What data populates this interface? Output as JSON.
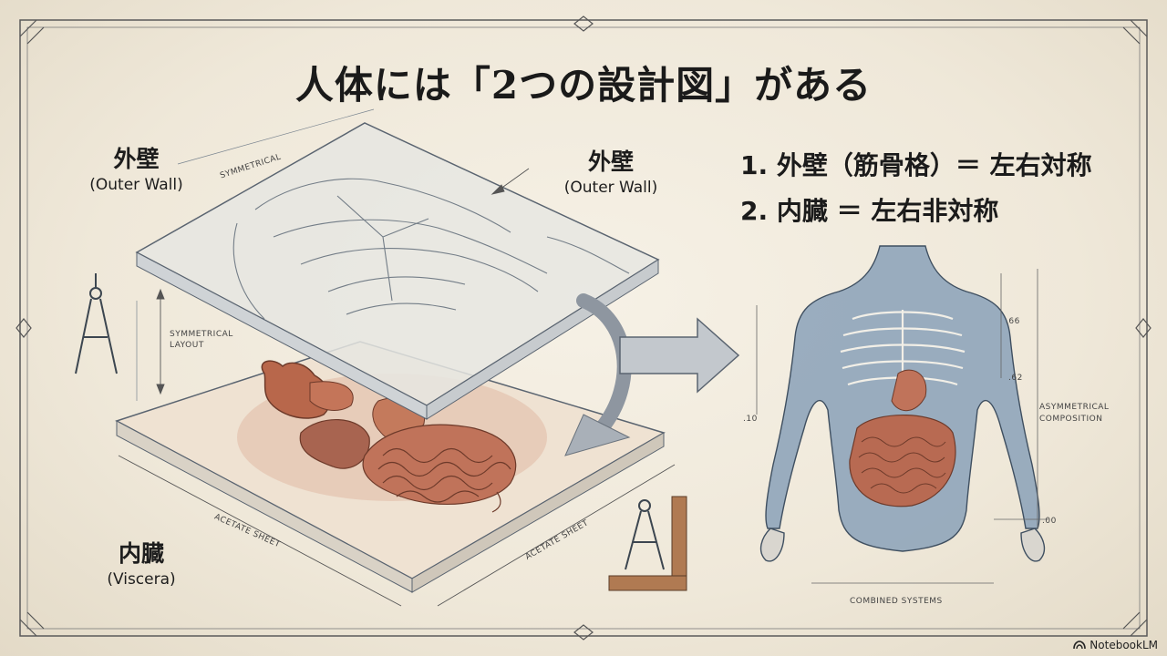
{
  "title": "人体には「2つの設計図」がある",
  "left_labels": {
    "outer_jp": "外壁",
    "outer_en": "(Outer Wall)",
    "outer2_jp": "外壁",
    "outer2_en": "(Outer Wall)",
    "viscera_jp": "内臓",
    "viscera_en": "(Viscera)"
  },
  "annotations": {
    "symmetrical_top": "SYMMETRICAL",
    "symmetrical_layout_1": "SYMMETRICAL",
    "symmetrical_layout_2": "LAYOUT",
    "acetate_1": "ACETATE SHEET",
    "acetate_2": "ACETATE SHEET"
  },
  "points": [
    "1. 外壁（筋骨格）＝ 左右対称",
    "2. 内臓 ＝ 左右非対称"
  ],
  "figure_annotations": {
    "v66": ".66",
    "v62": ".62",
    "v10": ".10",
    "v00": ".00",
    "asym_1": "ASYMMETRICAL",
    "asym_2": "COMPOSITION",
    "combined": "COMBINED SYSTEMS"
  },
  "brand": "NotebookLM"
}
